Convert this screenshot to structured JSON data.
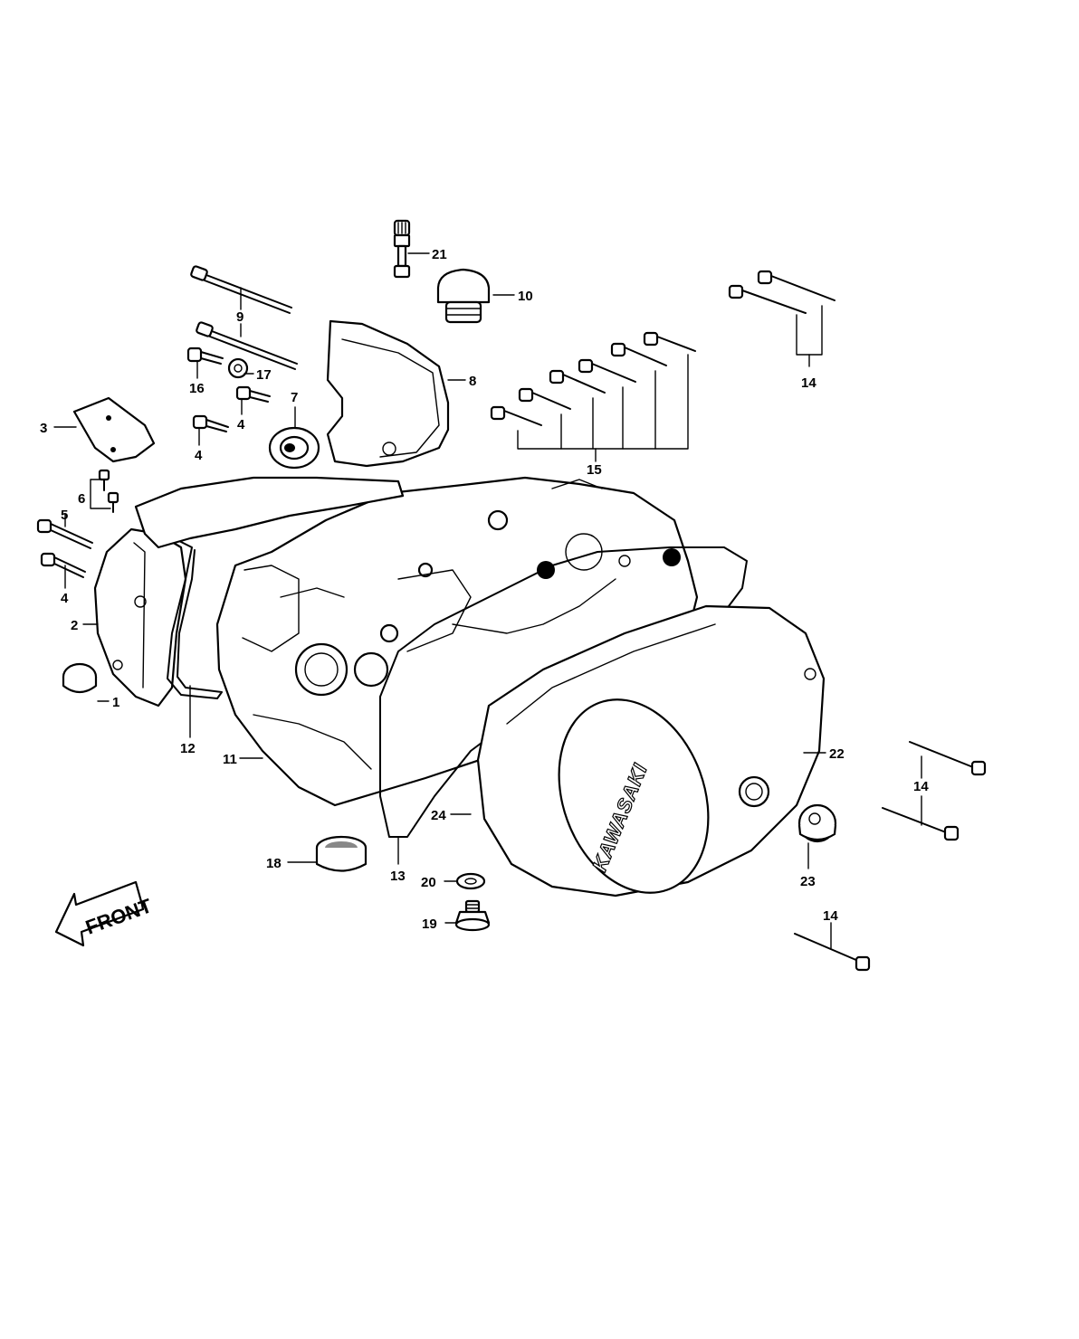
{
  "diagram": {
    "brand_text": "KAWASAKI",
    "direction_text": "FRONT",
    "callouts": {
      "c1": "1",
      "c2": "2",
      "c3": "3",
      "c4a": "4",
      "c4b": "4",
      "c4c": "4",
      "c5": "5",
      "c6": "6",
      "c7": "7",
      "c8": "8",
      "c9": "9",
      "c10": "10",
      "c11": "11",
      "c12": "12",
      "c13": "13",
      "c14a": "14",
      "c14b": "14",
      "c14c": "14",
      "c15": "15",
      "c16": "16",
      "c17": "17",
      "c18": "18",
      "c19": "19",
      "c20": "20",
      "c21": "21",
      "c22": "22",
      "c23": "23",
      "c24": "24"
    }
  }
}
